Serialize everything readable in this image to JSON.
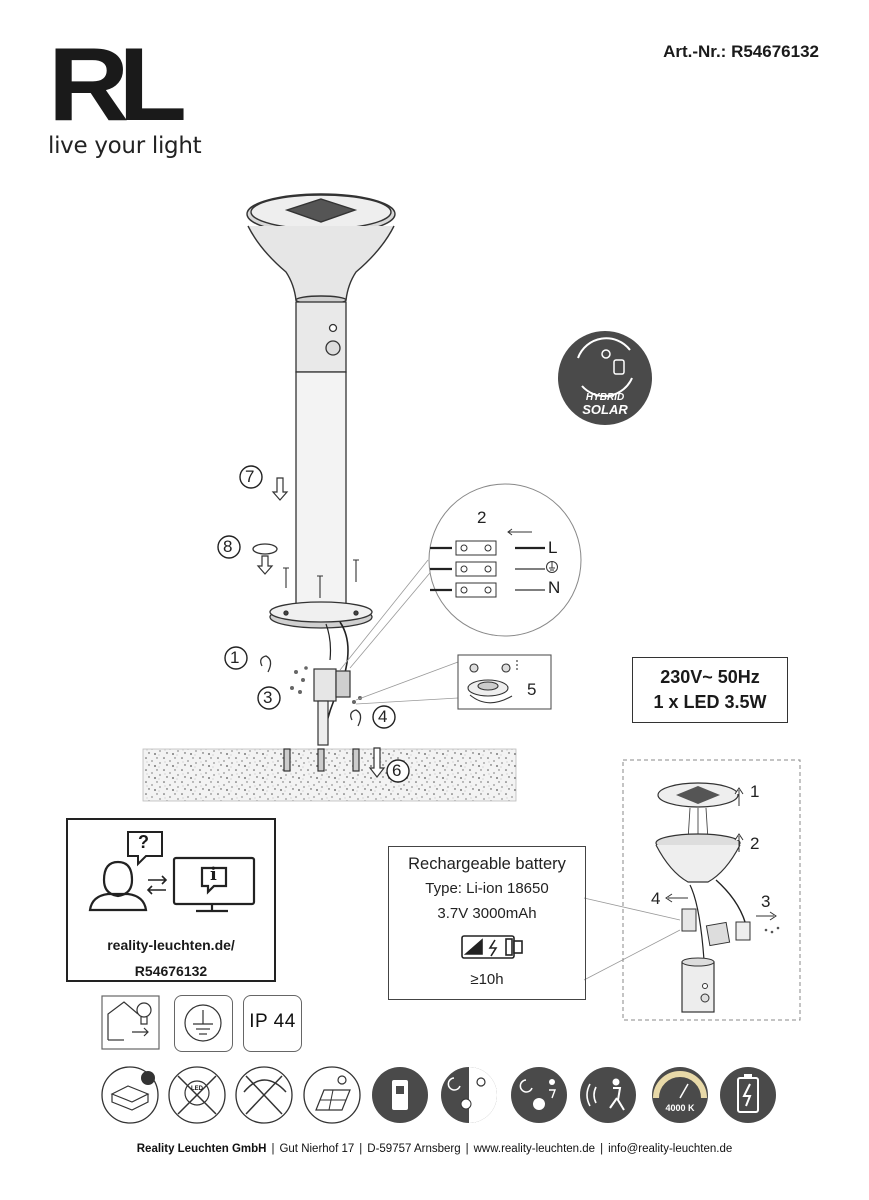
{
  "logo": {
    "mark": "RL",
    "tagline": "live your light"
  },
  "article": {
    "label": "Art.-Nr.:",
    "number": "R54676132"
  },
  "badge": {
    "line1": "HYBRID",
    "line2": "SOLAR"
  },
  "steps": [
    "7",
    "8",
    "1",
    "3",
    "2",
    "5",
    "4",
    "6"
  ],
  "wiring": {
    "live": "L",
    "neutral": "N"
  },
  "specs": {
    "power": "230V~ 50Hz",
    "led": "1 x LED 3.5W"
  },
  "info": {
    "url_line1": "reality-leuchten.de/",
    "url_line2": "R54676132",
    "question": "?",
    "info": "i"
  },
  "battery": {
    "title": "Rechargeable battery",
    "type": "Type: Li-ion 18650",
    "capacity": "3.7V 3000mAh",
    "runtime": "≥10h"
  },
  "disassembly": {
    "step1": "1",
    "step2": "2",
    "step3": "3",
    "step4": "4"
  },
  "symbols": {
    "ip": "IP 44",
    "cct": "4000 K",
    "led_small": "LED"
  },
  "footer": {
    "company": "Reality Leuchten GmbH",
    "street": "Gut Nierhof 17",
    "city": "D-59757 Arnsberg",
    "web": "www.reality-leuchten.de",
    "email": "info@reality-leuchten.de"
  }
}
